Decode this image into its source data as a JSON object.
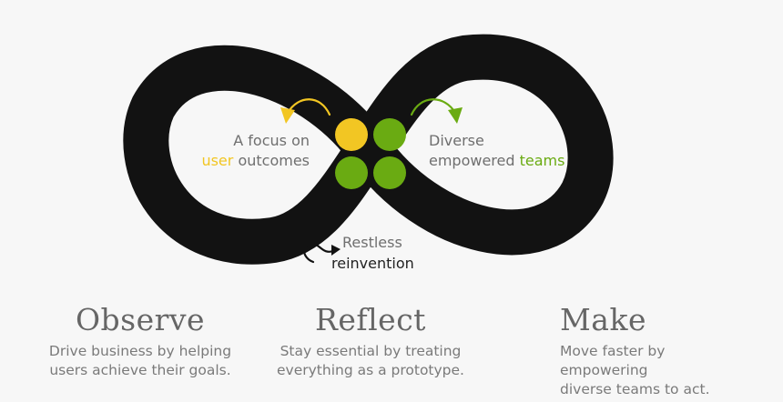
{
  "colors": {
    "loop": "#121212",
    "yellow": "#f2c623",
    "green": "#6aab12",
    "text": "#6f6f6f",
    "background": "#f7f7f7"
  },
  "labels": {
    "left": {
      "line1": "A focus on",
      "highlight": "user",
      "rest": " outcomes"
    },
    "right": {
      "line1": "Diverse",
      "prefix": "empowered ",
      "highlight": "teams"
    },
    "bottom": {
      "line1": "Restless",
      "line2": "reinvention"
    }
  },
  "columns": [
    {
      "title": "Observe",
      "line1": "Drive business by helping",
      "line2": "users achieve their goals."
    },
    {
      "title": "Reflect",
      "line1": "Stay essential by treating",
      "line2": "everything as a prototype."
    },
    {
      "title": "Make",
      "line1": "Move faster by empowering",
      "line2": "diverse teams to act."
    }
  ]
}
